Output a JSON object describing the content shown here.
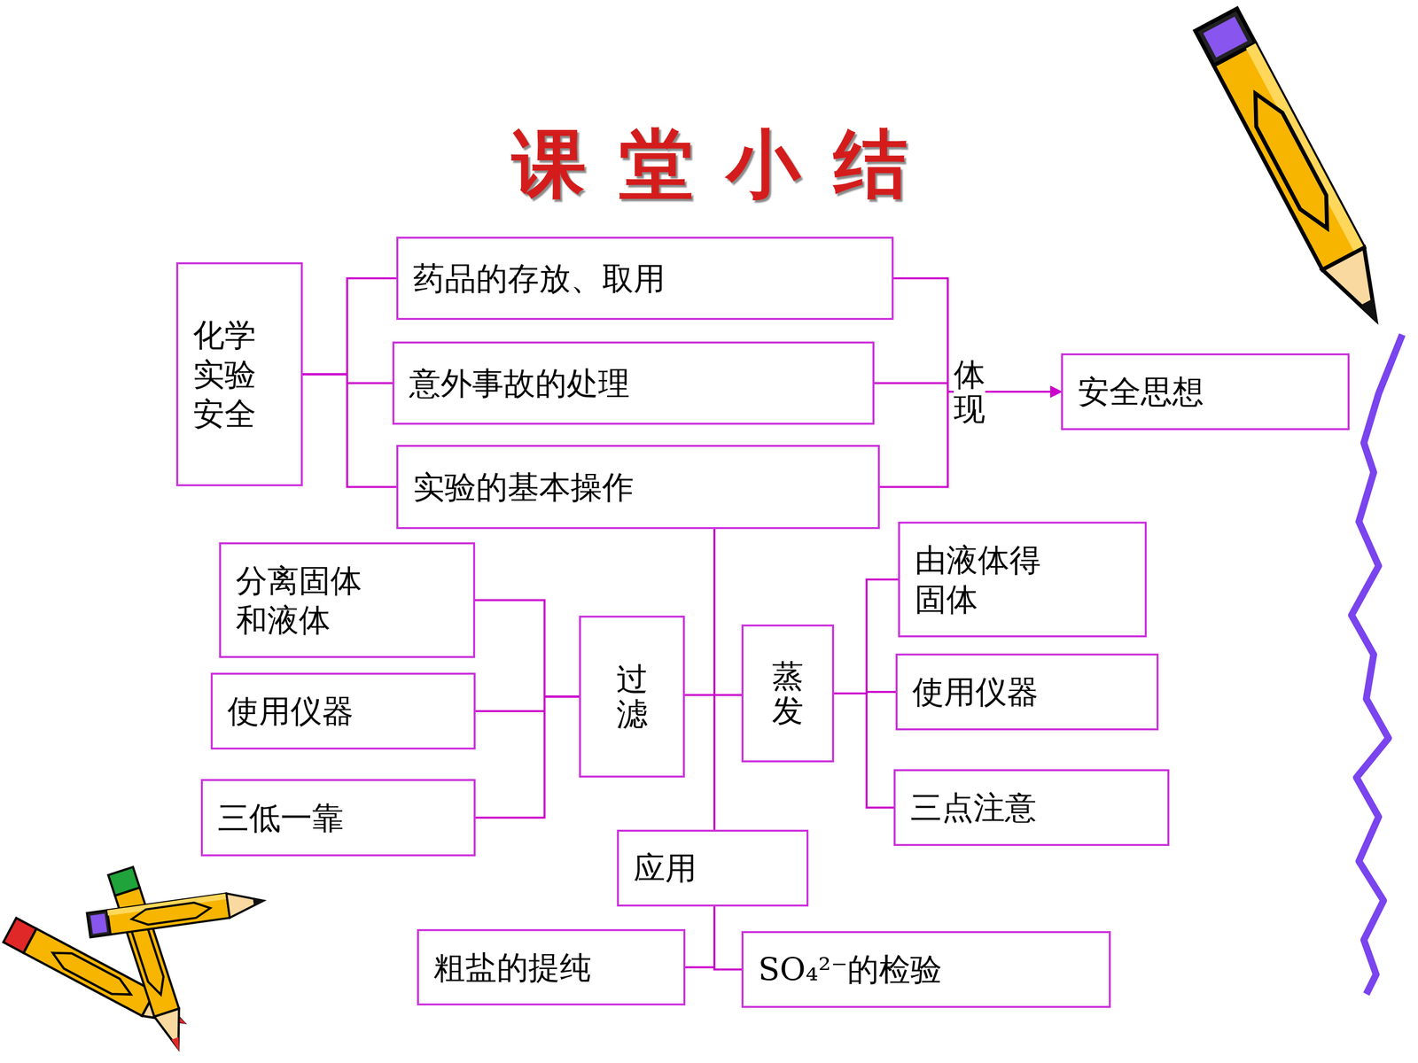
{
  "diagram": {
    "title": "课堂小结",
    "nodes": [
      {
        "text": [
          "化学 实验 安全"
        ]
      },
      {
        "text": [
          "药品的存放、取用"
        ]
      },
      {
        "text": [
          "意外事故的处理"
        ]
      },
      {
        "text": [
          "实验的基本操作"
        ]
      },
      {
        "text": [
          "安全思想"
        ]
      },
      {
        "text": [
          "分离固体 和液体"
        ]
      },
      {
        "text": [
          "使用仪器"
        ]
      },
      {
        "text": [
          "三低一靠"
        ]
      },
      {
        "text": [
          "过滤"
        ]
      },
      {
        "text": [
          "蒸发"
        ]
      },
      {
        "text": [
          "由液体得 固体"
        ]
      },
      {
        "text": [
          "使用仪器"
        ]
      },
      {
        "text": [
          "三点注意"
        ]
      },
      {
        "text": [
          "应用"
        ]
      },
      {
        "text": [
          "粗盐的提纯"
        ]
      },
      {
        "text": [
          "SO₄²⁻的检验"
        ]
      }
    ],
    "edges": [
      {
        "from": 0,
        "to": 1,
        "arrow": "none"
      },
      {
        "from": 0,
        "to": 2,
        "arrow": "none"
      },
      {
        "from": 0,
        "to": 3,
        "arrow": "none"
      },
      {
        "from": 1,
        "to": 4,
        "arrow": "to"
      },
      {
        "from": 2,
        "to": 4,
        "arrow": "to",
        "label": "体现"
      },
      {
        "from": 3,
        "to": 4,
        "arrow": "to"
      },
      {
        "from": 3,
        "to": 8,
        "arrow": "none"
      },
      {
        "from": 3,
        "to": 9,
        "arrow": "none"
      },
      {
        "from": 3,
        "to": 13,
        "arrow": "none"
      },
      {
        "from": 8,
        "to": 5,
        "arrow": "none"
      },
      {
        "from": 8,
        "to": 6,
        "arrow": "none"
      },
      {
        "from": 8,
        "to": 7,
        "arrow": "none"
      },
      {
        "from": 9,
        "to": 10,
        "arrow": "none"
      },
      {
        "from": 9,
        "to": 11,
        "arrow": "none"
      },
      {
        "from": 9,
        "to": 12,
        "arrow": "none"
      },
      {
        "from": 13,
        "to": 14,
        "arrow": "none"
      },
      {
        "from": 13,
        "to": 15,
        "arrow": "none"
      }
    ]
  }
}
